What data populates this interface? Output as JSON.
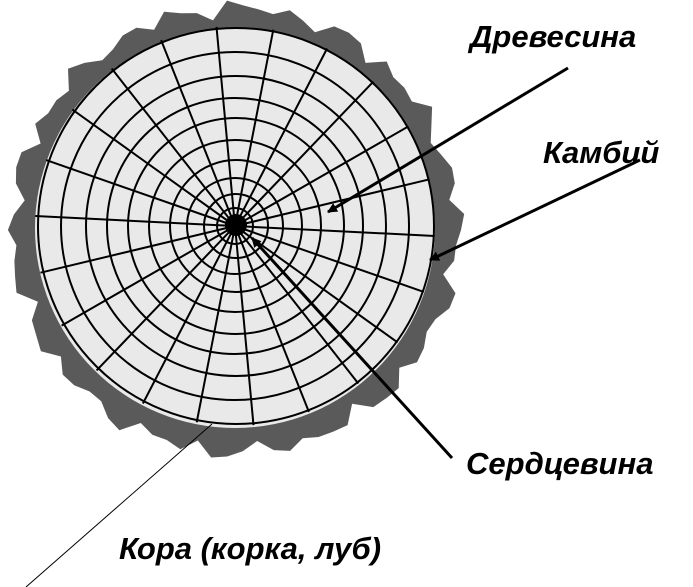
{
  "labels": {
    "wood": "Древесина",
    "cambium": "Камбий",
    "pith": "Сердцевина",
    "bark": "Кора (корка, луб)"
  },
  "colors": {
    "bark": "#5a5a5a",
    "wood": "#e9e9e9",
    "lines": "#000000"
  }
}
